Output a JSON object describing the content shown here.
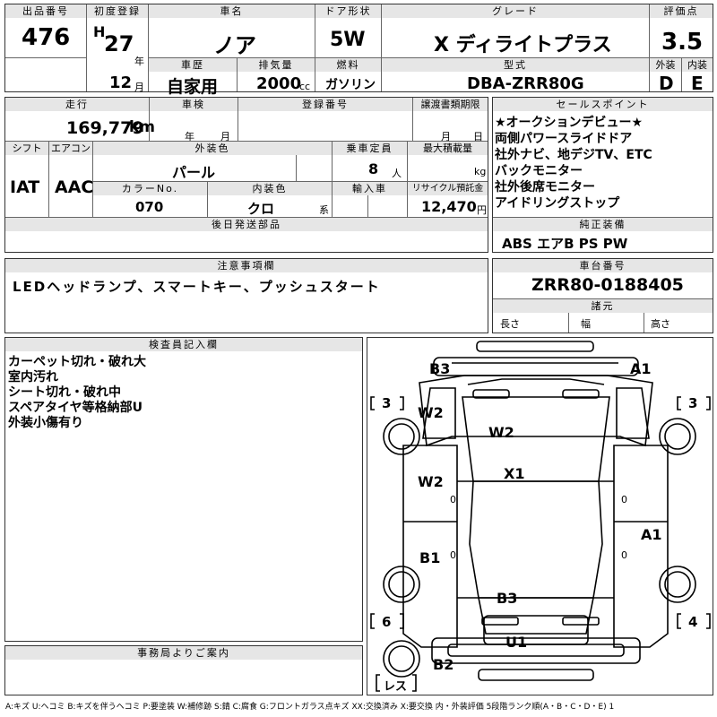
{
  "header": {
    "lot_label": "出品番号",
    "lot_value": "476",
    "first_reg_label": "初度登録",
    "era": "H",
    "year": "27",
    "year_unit": "年",
    "month": "12",
    "month_unit": "月",
    "name_label": "車名",
    "name_value": "ノア",
    "door_label": "ドア形状",
    "door_value": "5W",
    "grade_label": "グレード",
    "grade_value": "X ディライトプラス",
    "score_label": "評価点",
    "score_value": "3.5",
    "history_label": "車歴",
    "history_value": "自家用",
    "displacement_label": "排気量",
    "displacement_value": "2000",
    "displacement_unit": "cc",
    "fuel_label": "燃料",
    "fuel_value": "ガソリン",
    "model_label": "型式",
    "model_value": "DBA-ZRR80G",
    "exterior_label": "外装",
    "interior_label": "内装",
    "exterior_value": "D",
    "interior_value": "E"
  },
  "row2": {
    "mileage_label": "走行",
    "mileage_value": "169,779",
    "mileage_unit": "km",
    "inspection_label": "車検",
    "inspection_year_unit": "年",
    "inspection_month_unit": "月",
    "registration_label": "登録番号",
    "transfer_label": "譲渡書類期限",
    "transfer_month_unit": "月",
    "transfer_day_unit": "日",
    "shift_label": "シフト",
    "shift_value": "IAT",
    "ac_label": "エアコン",
    "ac_value": "AAC",
    "color_label": "外装色",
    "color_value": "パール",
    "capacity_label": "乗車定員",
    "capacity_value": "8",
    "capacity_unit": "人",
    "load_label": "最大積載量",
    "load_unit": "kg",
    "color_no_label": "カラーNo.",
    "color_no_value": "070",
    "interior_color_label": "内装色",
    "interior_color_value": "クロ",
    "interior_color_unit": "系",
    "import_label": "輸入車",
    "recycle_label": "リサイクル預託金",
    "recycle_value": "12,470",
    "recycle_unit": "円",
    "later_parts_label": "後日発送部品"
  },
  "sales_points": {
    "label": "セールスポイント",
    "items": [
      "★オークションデビュー★",
      "両側パワースライドドア",
      "社外ナビ、地デジTV、ETC",
      "バックモニター",
      "社外後席モニター",
      "アイドリングストップ"
    ]
  },
  "equipment": {
    "label": "純正装備",
    "value": "ABS エアB PS PW"
  },
  "notes": {
    "label": "注意事項欄",
    "value": "LEDヘッドランプ、スマートキー、プッシュスタート"
  },
  "chassis": {
    "label": "車台番号",
    "value": "ZRR80-0188405",
    "dims_label": "諸元",
    "length_label": "長さ",
    "width_label": "幅",
    "height_label": "高さ"
  },
  "inspector": {
    "label": "検査員記入欄",
    "lines": [
      "カーペット切れ・破れ大",
      "室内汚れ",
      "シート切れ・破れ中",
      "スペアタイヤ等格納部U",
      "外装小傷有り"
    ]
  },
  "office": {
    "label": "事務局よりご案内"
  },
  "diagram": {
    "labels": {
      "b3_top": "B3",
      "a1_top": "A1",
      "w2_left_top": "W2",
      "w2_center": "W2",
      "x1": "X1",
      "w2_left_mid": "W2",
      "a1_right": "A1",
      "b1": "B1",
      "b3_bottom": "B3",
      "u1": "U1",
      "b2": "B2"
    },
    "tire_fl": "3",
    "tire_fr": "3",
    "tire_rl": "6",
    "tire_rr": "4",
    "spare_label": "レス",
    "small_zero": "0"
  },
  "legend": "A:キズ U:ヘコミ B:キズを伴うヘコミ P:要塗装 W:補修跡 S:錆 C:腐食 G:フロントガラス点キズ XX:交換済み X:要交換 内・外装評価 5段階ランク順(A・B・C・D・E) 1"
}
